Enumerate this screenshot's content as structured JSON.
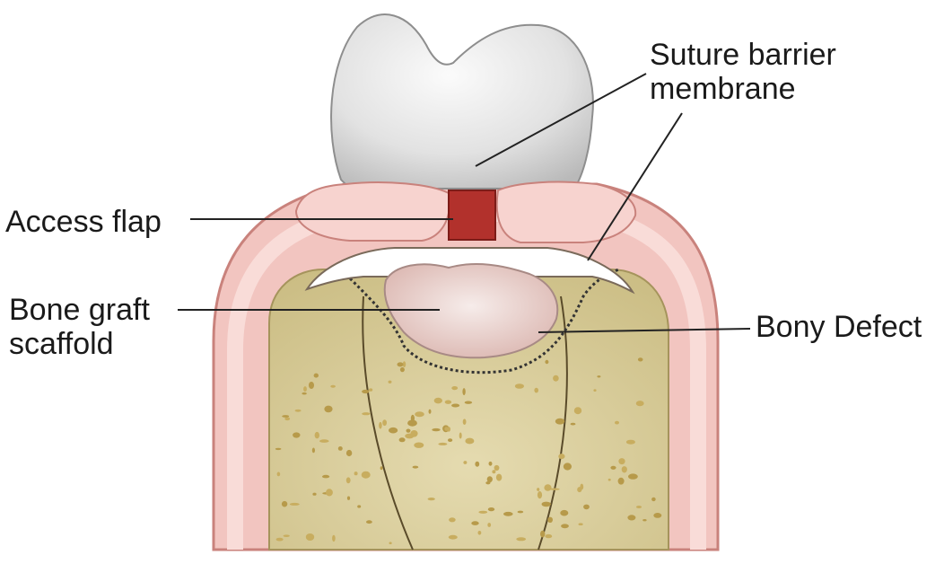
{
  "labels": {
    "suture_barrier_membrane": [
      "Suture barrier",
      "membrane"
    ],
    "access_flap": "Access flap",
    "bone_graft_scaffold": [
      "Bone graft",
      "scaffold"
    ],
    "bony_defect": "Bony Defect"
  },
  "colors": {
    "tooth_enamel": "#e6e6e6",
    "gingiva": "#f2c5c0",
    "gingiva_edge": "#c9827c",
    "suture": "#b2312c",
    "bone": "#d9cc9a",
    "bone_pores": "#b79a4a",
    "membrane": "#ffffff",
    "graft": "#ead2cd"
  }
}
